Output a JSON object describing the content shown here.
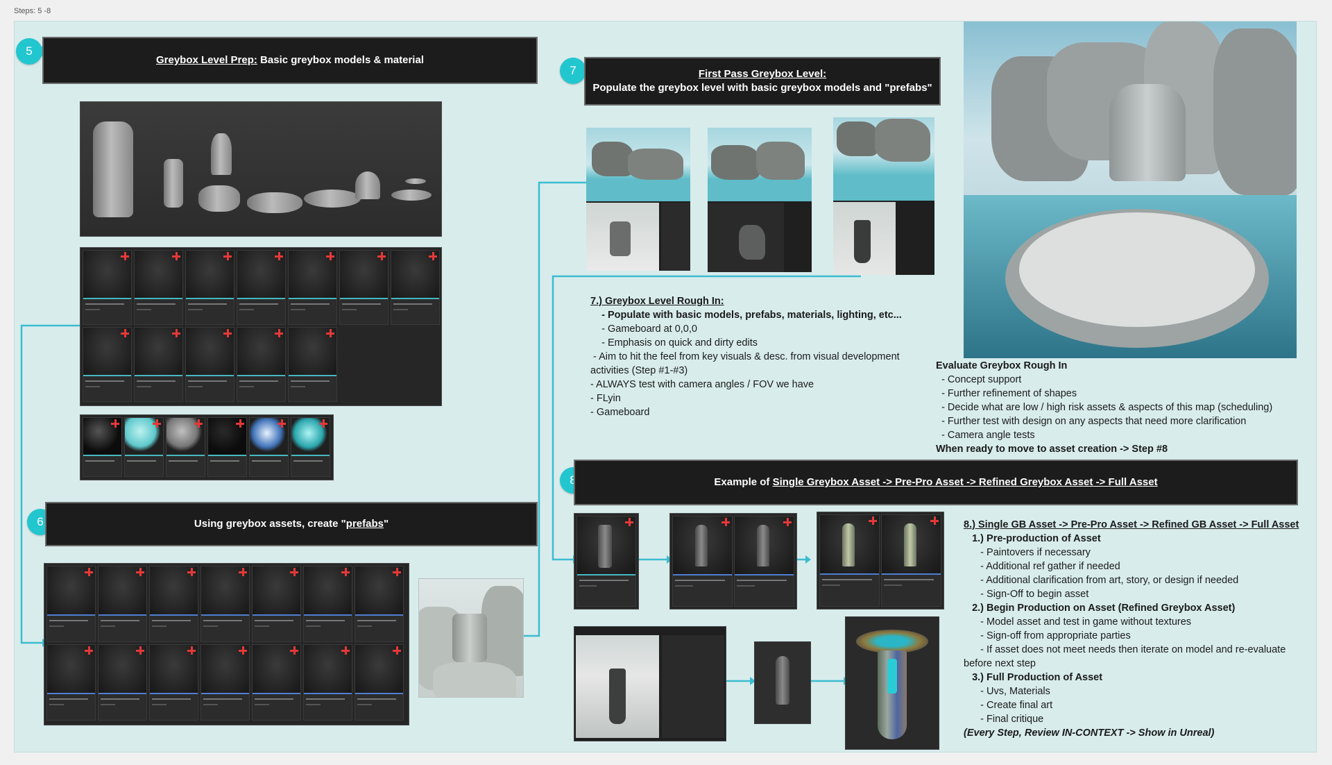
{
  "page": {
    "steps_label": "Steps: 5 -8"
  },
  "colors": {
    "accent": "#22c6cf",
    "board_bg": "#d8ecec",
    "header_bg": "#1c1c1c",
    "add_icon": "#e53838"
  },
  "step5": {
    "badge": "5",
    "title_underlined": "Greybox Level Prep:",
    "title_rest": " Basic greybox models & material"
  },
  "step6": {
    "badge": "6",
    "title_pre": "Using greybox assets, create \"",
    "title_underlined": "prefabs",
    "title_post": "\""
  },
  "step7": {
    "badge": "7",
    "title_line1": "First Pass Greybox Level:",
    "title_line2": "Populate the greybox level with basic greybox models and \"prefabs\"",
    "notes": [
      {
        "text": "7.) Greybox Level Rough In:",
        "style": "h"
      },
      {
        "text": "    - Populate with basic models, prefabs, materials, lighting, etc...",
        "style": "b"
      },
      {
        "text": "    - Gameboard at 0,0,0",
        "style": ""
      },
      {
        "text": "    - Emphasis on quick and dirty edits",
        "style": ""
      },
      {
        "text": " - Aim to hit the feel from key visuals & desc. from visual development",
        "style": ""
      },
      {
        "text": "activities (Step #1-#3)",
        "style": ""
      },
      {
        "text": "- ALWAYS test with camera angles / FOV we have",
        "style": ""
      },
      {
        "text": "- FLyin",
        "style": ""
      },
      {
        "text": "- Gameboard",
        "style": ""
      }
    ]
  },
  "evaluate": {
    "lines": [
      {
        "text": "Evaluate Greybox Rough In",
        "style": "b"
      },
      {
        "text": "  - Concept support",
        "style": ""
      },
      {
        "text": "  - Further refinement of shapes",
        "style": ""
      },
      {
        "text": "  - Decide what are low / high risk assets & aspects of this map (scheduling)",
        "style": ""
      },
      {
        "text": "  - Further test with design on any aspects that need more clarification",
        "style": ""
      },
      {
        "text": "  - Camera angle tests",
        "style": ""
      },
      {
        "text": "When ready to move to asset creation -> Step #8",
        "style": "b"
      }
    ]
  },
  "step8": {
    "badge": "8",
    "title_pre": "Example of ",
    "title_underlined": "Single Greybox Asset -> Pre-Pro Asset -> Refined Greybox Asset -> Full Asset",
    "notes": [
      {
        "text": "8.) Single GB Asset -> Pre-Pro Asset -> Refined GB Asset -> Full Asset",
        "style": "h"
      },
      {
        "text": "   1.) Pre-production of Asset",
        "style": "b"
      },
      {
        "text": "      - Paintovers if necessary",
        "style": ""
      },
      {
        "text": "      - Additional ref gather if needed",
        "style": ""
      },
      {
        "text": "      - Additional clarification from art, story, or design if needed",
        "style": ""
      },
      {
        "text": "      - Sign-Off to begin asset",
        "style": ""
      },
      {
        "text": "   2.) Begin Production on Asset (Refined Greybox Asset)",
        "style": "b"
      },
      {
        "text": "      - Model asset and test in game without textures",
        "style": ""
      },
      {
        "text": "      - Sign-off from appropriate parties",
        "style": ""
      },
      {
        "text": "      - If asset does not meet needs then iterate on model and re-evaluate",
        "style": ""
      },
      {
        "text": "before next step",
        "style": ""
      },
      {
        "text": "   3.) Full Production of Asset",
        "style": "b"
      },
      {
        "text": "      - Uvs, Materials",
        "style": ""
      },
      {
        "text": "      - Create final art",
        "style": ""
      },
      {
        "text": "      - Final critique",
        "style": ""
      },
      {
        "text": "(Every Step, Review IN-CONTEXT -> Show in Unreal)",
        "style": "bi"
      }
    ]
  },
  "icons": {
    "add": "add-icon",
    "badge": "step-badge"
  }
}
